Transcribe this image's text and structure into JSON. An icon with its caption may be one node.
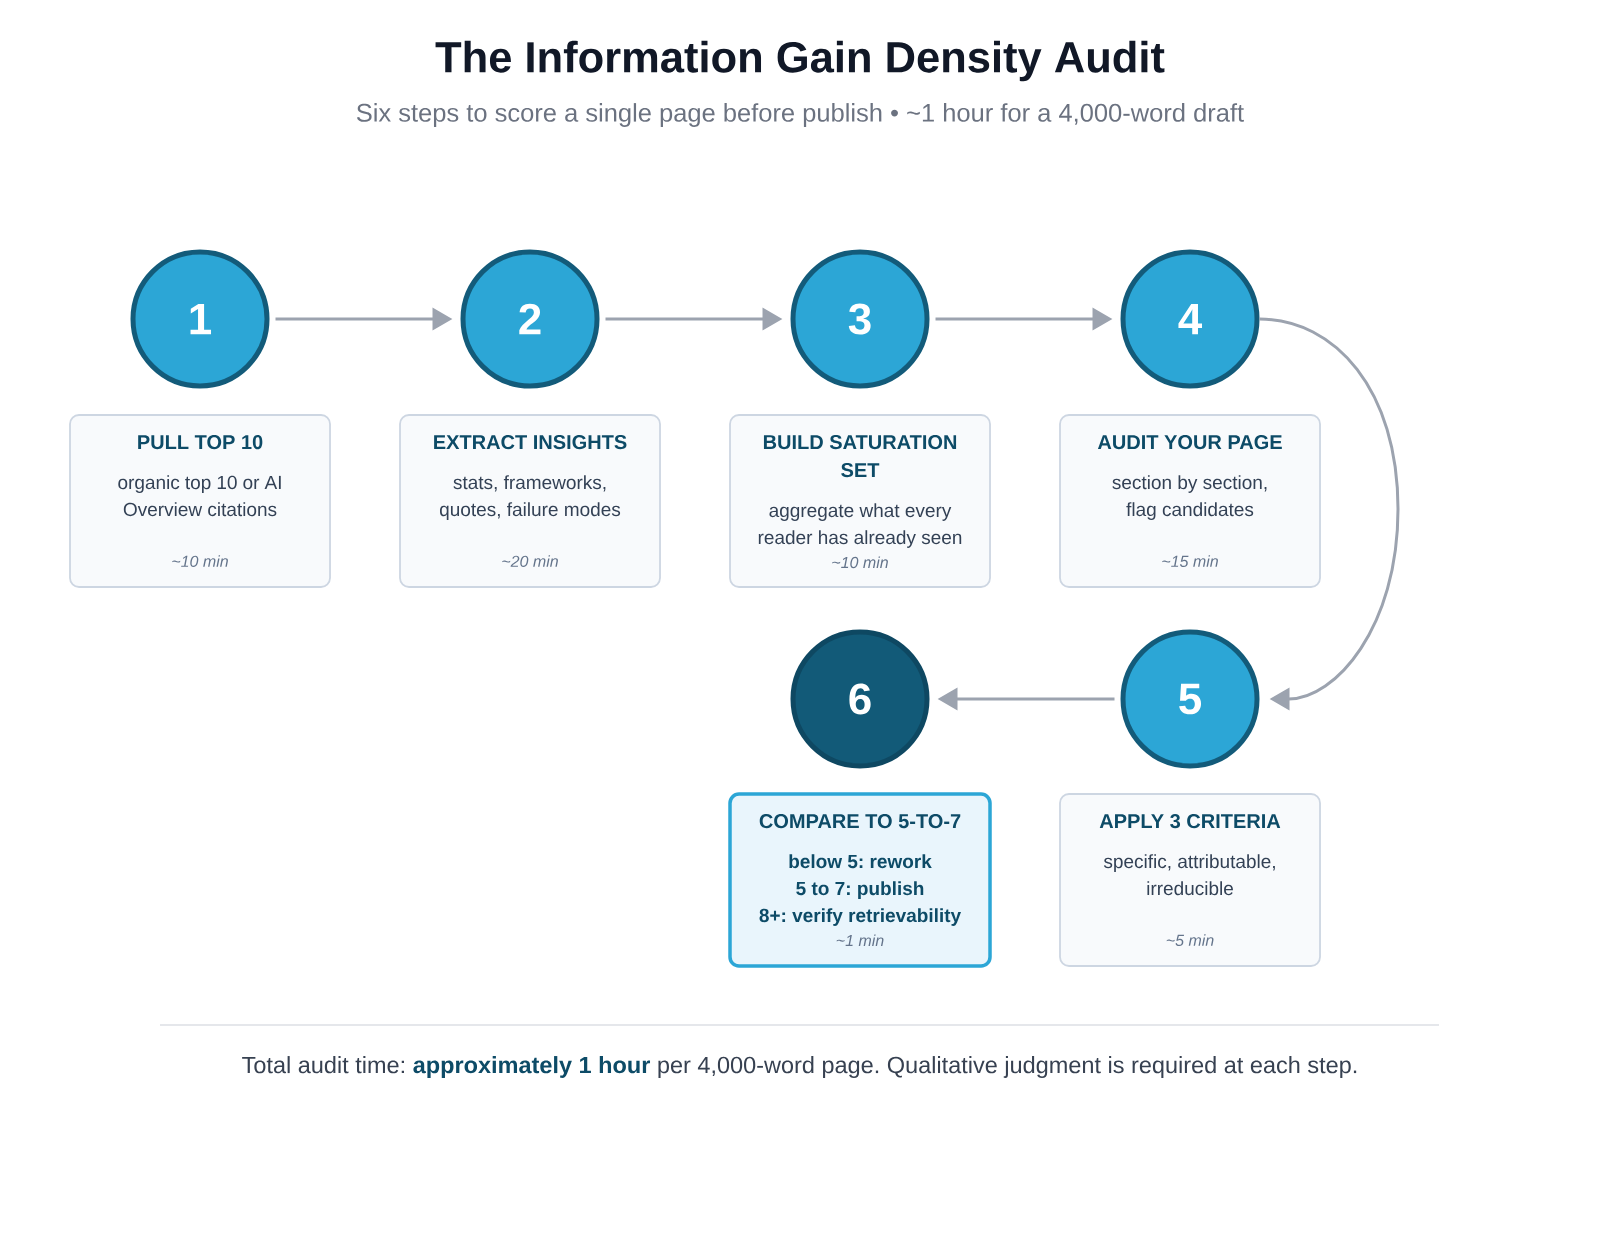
{
  "diagram": {
    "title": "The Information Gain Density Audit",
    "caption": "Total audit time: **approximately 1 hour** per 4,000-word page. Qualitative judgment is required at each step.",
    "nodes": [
      {
        "text": [
          "1"
        ]
      },
      {
        "text": [
          "2"
        ]
      },
      {
        "text": [
          "3"
        ]
      },
      {
        "text": [
          "4"
        ]
      },
      {
        "text": [
          "PULL TOP 10",
          "organic top 10 or AI Overview citations",
          "~10 min"
        ]
      },
      {
        "text": [
          "EXTRACT INSIGHTS",
          "stats, frameworks, quotes, failure modes",
          "~20 min"
        ]
      },
      {
        "text": [
          "BUILD SATURATION SET",
          "aggregate what every reader has already seen",
          "~10 min"
        ]
      },
      {
        "text": [
          "AUDIT YOUR PAGE",
          "section by section, flag candidates",
          "~15 min"
        ]
      },
      {
        "text": [
          "6"
        ]
      },
      {
        "text": [
          "5"
        ]
      },
      {
        "text": [
          "COMPARE TO 5-TO-7",
          "below 5: rework",
          "5 to 7: publish",
          "8+: verify retrievability",
          "~1 min"
        ]
      },
      {
        "text": [
          "APPLY 3 CRITERIA",
          "specific, attributable, irreducible",
          "~5 min"
        ]
      }
    ],
    "edges": [
      {
        "from": 0,
        "to": 1,
        "arrow": "to"
      },
      {
        "from": 1,
        "to": 2,
        "arrow": "to"
      },
      {
        "from": 2,
        "to": 3,
        "arrow": "to"
      },
      {
        "from": 3,
        "to": 9,
        "arrow": "to"
      },
      {
        "from": 9,
        "to": 8,
        "arrow": "to"
      }
    ],
    "labels": [
      "Six steps to score a single page before publish • ~1 hour for a 4,000-word draft"
    ]
  }
}
